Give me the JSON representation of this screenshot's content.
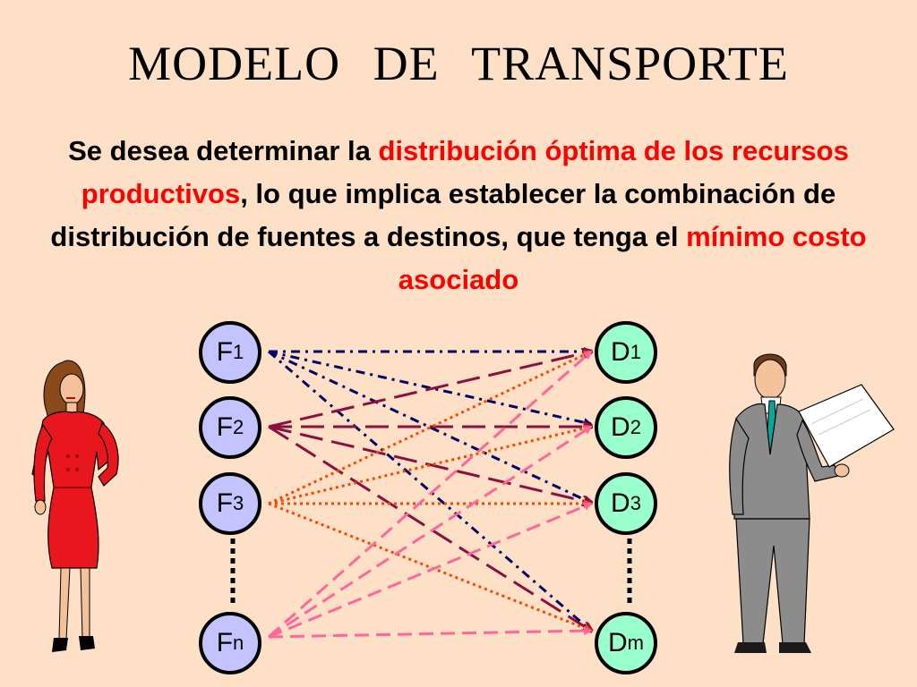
{
  "title": "MODELO   DE   TRANSPORTE",
  "paragraph": {
    "p1": "Se desea determinar la ",
    "h1": "distribución óptima de los recursos productivos",
    "p2": ", lo que implica establecer la combinación de distribución de fuentes a destinos, que tenga el ",
    "h2": "mínimo costo asociado"
  },
  "sources": [
    {
      "letter": "F",
      "sub": "1"
    },
    {
      "letter": "F",
      "sub": "2"
    },
    {
      "letter": "F",
      "sub": "3"
    },
    {
      "letter": "F",
      "sub": "n"
    }
  ],
  "destinations": [
    {
      "letter": "D",
      "sub": "1"
    },
    {
      "letter": "D",
      "sub": "2"
    },
    {
      "letter": "D",
      "sub": "3"
    },
    {
      "letter": "D",
      "sub": "m"
    }
  ],
  "colors": {
    "background": "#fde0c6",
    "highlight": "#ff0000",
    "source_fill": "#c3c3ff",
    "dest_fill": "#99ffcc",
    "f1_lines": "#000066",
    "f2_lines": "#8b1040",
    "f3_lines": "#ff4400",
    "fn_lines": "#ff6699"
  }
}
